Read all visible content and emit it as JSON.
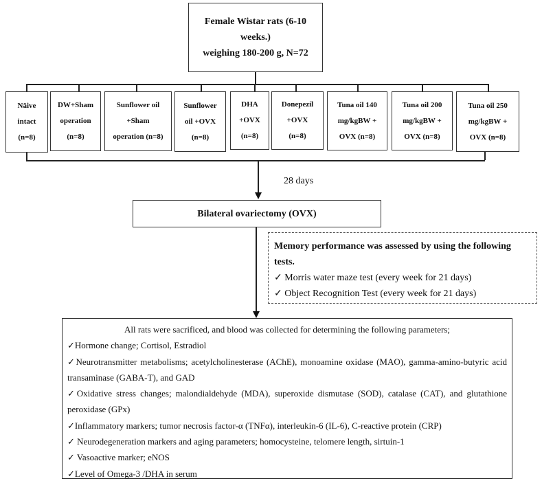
{
  "top_box": {
    "line1": "Female Wistar rats (6-10 weeks.)",
    "line2": "weighing 180-200 g, N=72"
  },
  "groups": [
    {
      "lines": [
        "Näive",
        "intact",
        "(n=8)"
      ]
    },
    {
      "lines": [
        "DW+Sham",
        "operation",
        "(n=8)"
      ]
    },
    {
      "lines": [
        "Sunflower oil",
        "+Sham",
        "operation (n=8)"
      ]
    },
    {
      "lines": [
        "Sunflower",
        "oil +OVX",
        "(n=8)"
      ]
    },
    {
      "lines": [
        "DHA",
        "+OVX",
        "(n=8)"
      ]
    },
    {
      "lines": [
        "Donepezil",
        "+OVX",
        "(n=8)"
      ]
    },
    {
      "lines": [
        "Tuna oil 140",
        "mg/kgBW +",
        "OVX (n=8)"
      ]
    },
    {
      "lines": [
        "Tuna oil 200",
        "mg/kgBW +",
        "OVX (n=8)"
      ]
    },
    {
      "lines": [
        "Tuna oil 250",
        "mg/kgBW +",
        "OVX (n=8)"
      ]
    }
  ],
  "duration_label": "28 days",
  "ovx_box": "Bilateral ovariectomy (OVX)",
  "memory_box": {
    "heading": "Memory performance was assessed by using the following tests.",
    "items": [
      "✓ Morris water maze test (every week for 21 days)",
      "✓ Object Recognition Test (every week for 21 days)"
    ]
  },
  "parameters_box": {
    "intro": "All rats were sacrificed, and blood was collected for determining the following parameters;",
    "items": [
      "✓Hormone change; Cortisol, Estradiol",
      "✓Neurotransmitter metabolisms;  acetylcholinesterase (AChE), monoamine oxidase (MAO), gamma-amino-butyric acid transaminase (GABA-T), and GAD",
      "✓Oxidative stress changes; malondialdehyde (MDA), superoxide dismutase (SOD), catalase (CAT), and glutathione peroxidase (GPx)",
      "✓Inflammatory markers; tumor necrosis factor-α (TNFα), interleukin-6 (IL-6), C-reactive protein (CRP)",
      "✓ Neurodegeneration markers and aging parameters; homocysteine, telomere length, sirtuin-1",
      "✓ Vasoactive marker; eNOS",
      "✓Level of Omega-3 /DHA in serum"
    ]
  }
}
